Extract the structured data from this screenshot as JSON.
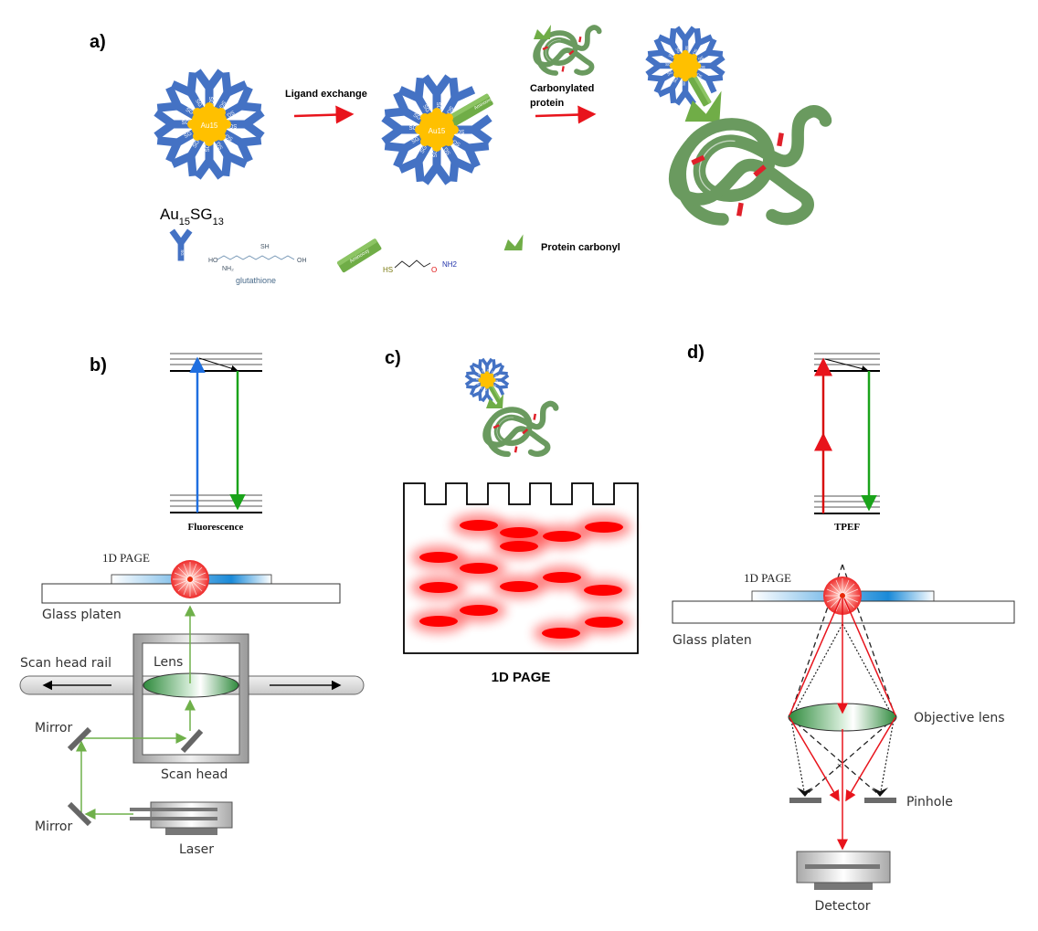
{
  "figure": {
    "panels": {
      "a": {
        "label": "a)",
        "cluster_name": "Au",
        "cluster_sub1": "15",
        "cluster_mid": "SG",
        "cluster_sub2": "13",
        "core_label": "Au15",
        "ligand_label": "SG",
        "step1_label": "Ligand exchange",
        "step2_label_line1": "Carbonylated",
        "step2_label_line2": "protein",
        "aminooxy_label": "Aminooxy",
        "legend": {
          "glutathione_caption": "glutathione",
          "aminooxy_formula_left": "HS",
          "aminooxy_formula_o": "O",
          "aminooxy_formula_right": "NH2",
          "carbonyl_label": "Protein carbonyl"
        }
      },
      "b": {
        "label": "b)",
        "jablonski_caption": "Fluorescence",
        "page_label": "1D PAGE",
        "glass_label": "Glass platen",
        "rail_label": "Scan head rail",
        "lens_label": "Lens",
        "mirror_label_top": "Mirror",
        "mirror_label_bottom": "Mirror",
        "scan_head_label": "Scan head",
        "laser_label": "Laser"
      },
      "c": {
        "label": "c)",
        "gel_label": "1D PAGE"
      },
      "d": {
        "label": "d)",
        "jablonski_caption": "TPEF",
        "page_label": "1D PAGE",
        "glass_label": "Glass platen",
        "objective_label": "Objective lens",
        "pinhole_label": "Pinhole",
        "detector_label": "Detector"
      }
    },
    "colors": {
      "ligand_blue": "#4472c4",
      "gold_core": "#ffc000",
      "protein_green": "#6a9a5f",
      "aminooxy_green": "#70ad47",
      "carbonyl_red": "#e0202a",
      "arrow_red": "#e8141c",
      "excite_blue": "#1f6fe0",
      "emit_green": "#1aa31a",
      "beam_green": "#6fb04a",
      "band_red": "#ff0000"
    }
  }
}
